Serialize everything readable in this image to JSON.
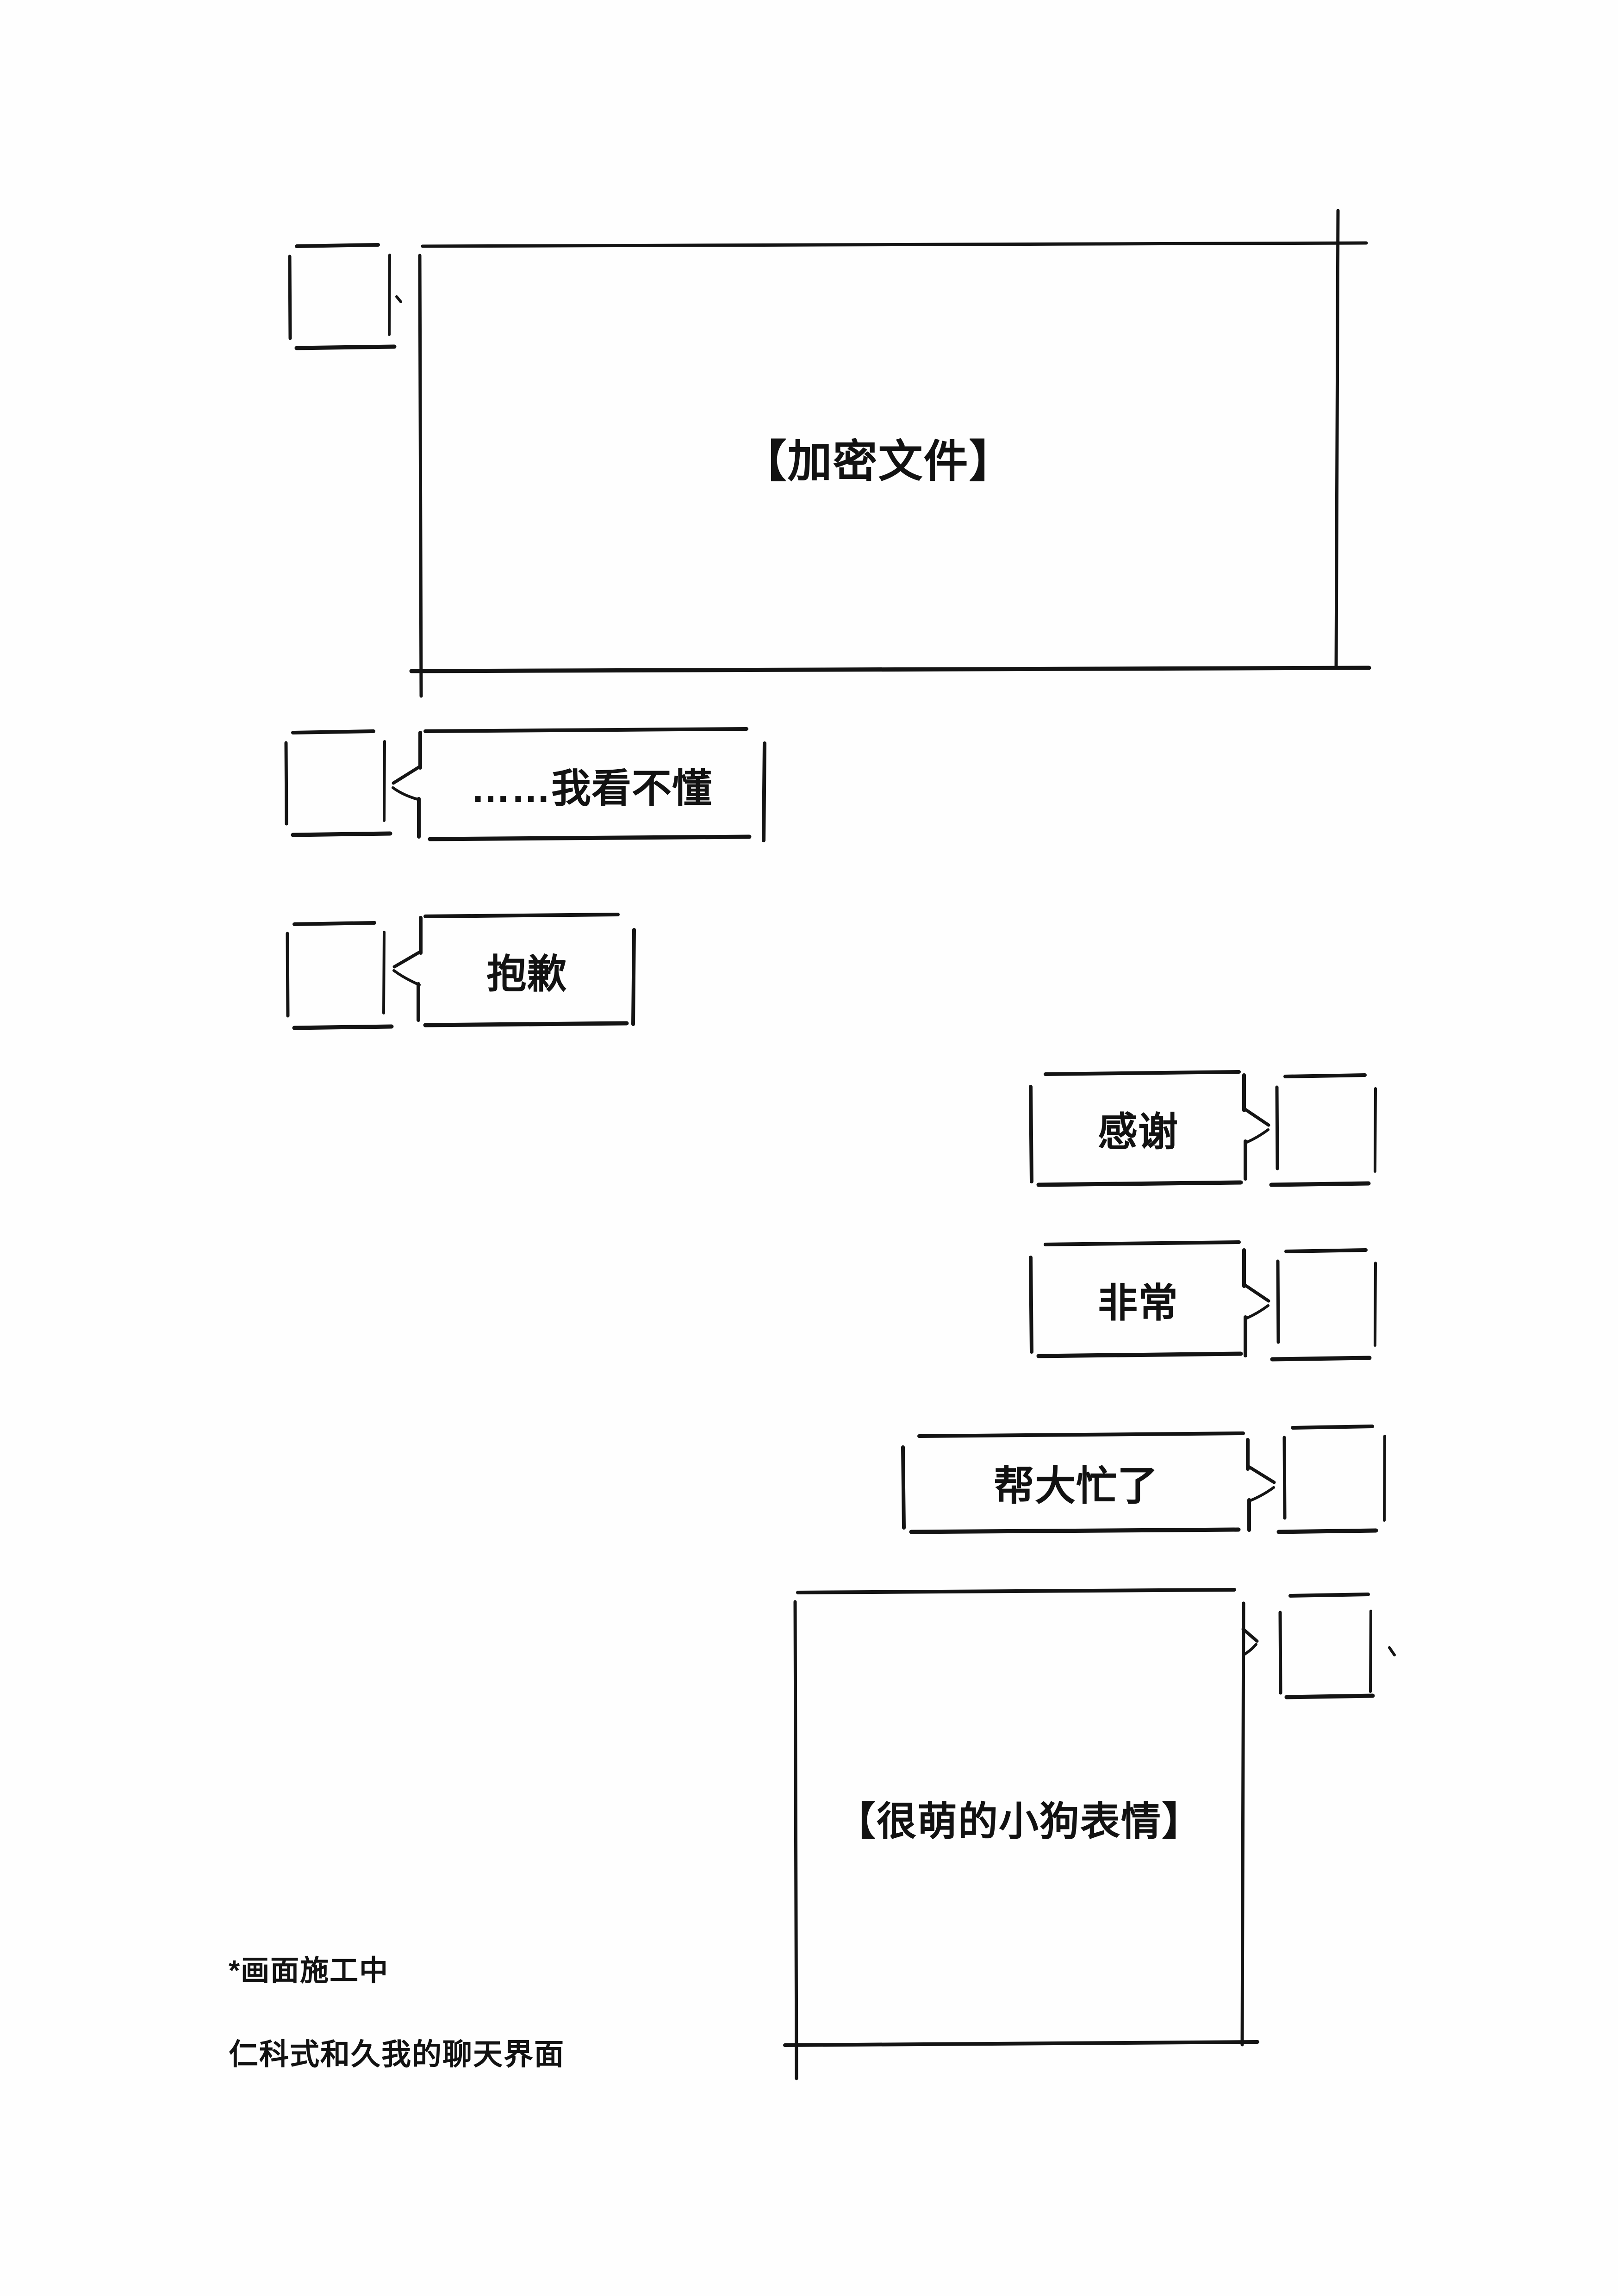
{
  "page": {
    "background_color": "#fefefe",
    "ink_color": "#141414",
    "description_kind": "hand-drawn chat interface sketch"
  },
  "chat": {
    "messages": [
      {
        "side": "left",
        "kind": "attachment-placeholder",
        "text": "【加密文件】"
      },
      {
        "side": "left",
        "kind": "bubble",
        "text": "……我看不懂"
      },
      {
        "side": "left",
        "kind": "bubble",
        "text": "抱歉"
      },
      {
        "side": "right",
        "kind": "bubble",
        "text": "感谢"
      },
      {
        "side": "right",
        "kind": "bubble",
        "text": "非常"
      },
      {
        "side": "right",
        "kind": "bubble",
        "text": "帮大忙了"
      },
      {
        "side": "right",
        "kind": "sticker-placeholder",
        "text": "【很萌的小狗表情】"
      }
    ]
  },
  "footnote": {
    "line1": "*画面施工中",
    "line2": "仁科式和久我的聊天界面"
  }
}
